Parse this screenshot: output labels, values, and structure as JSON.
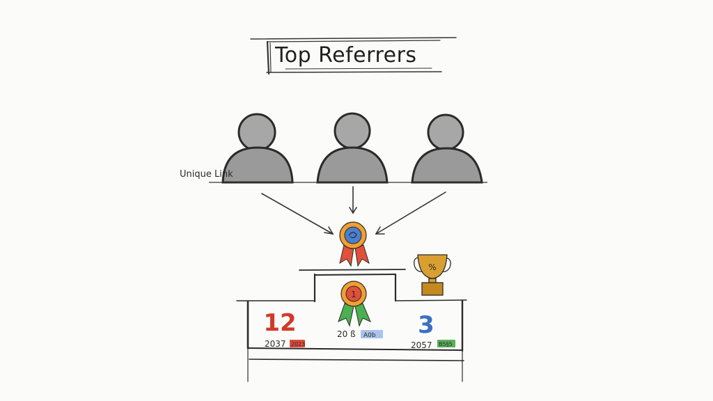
{
  "title": "Top Referrers",
  "referrer_link_label": "Unique Link",
  "podium": {
    "left": {
      "rank_label": "12",
      "stat_text": "2037",
      "tag_text": "2023",
      "tag_color": "#e04a3a",
      "rank_color": "#d23a2a"
    },
    "center": {
      "medal_label": "1",
      "stat_text": "20 ß",
      "tag_text": "A0b",
      "tag_color": "#7fa3e0"
    },
    "right": {
      "rank_label": "3",
      "stat_text": "2057",
      "tag_text": "B5§5",
      "tag_color": "#5bb05b",
      "rank_color": "#3b6fc2"
    }
  },
  "trophy_label": "%",
  "colors": {
    "ink": "#2a2a2a",
    "medal_orange": "#f0a030",
    "medal_blue": "#4a7fcf",
    "ribbon_red": "#e0503a",
    "ribbon_green": "#4caf50",
    "trophy_gold": "#d9a030"
  }
}
